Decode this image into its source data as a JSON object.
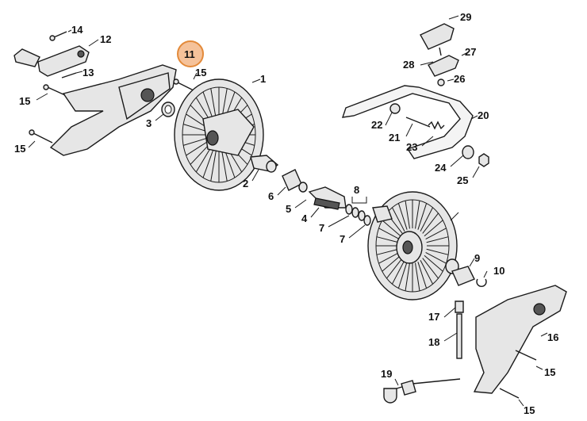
{
  "callouts": [
    {
      "id": "14",
      "text": "14"
    },
    {
      "id": "12",
      "text": "12"
    },
    {
      "id": "11",
      "text": "11",
      "highlight": true
    },
    {
      "id": "13",
      "text": "13"
    },
    {
      "id": "15a",
      "text": "15"
    },
    {
      "id": "15b",
      "text": "15"
    },
    {
      "id": "15c",
      "text": "15"
    },
    {
      "id": "3",
      "text": "3"
    },
    {
      "id": "1",
      "text": "1"
    },
    {
      "id": "2",
      "text": "2"
    },
    {
      "id": "6",
      "text": "6"
    },
    {
      "id": "5",
      "text": "5"
    },
    {
      "id": "4",
      "text": "4"
    },
    {
      "id": "7a",
      "text": "7"
    },
    {
      "id": "7b",
      "text": "7"
    },
    {
      "id": "8",
      "text": "8"
    },
    {
      "id": "29",
      "text": "29"
    },
    {
      "id": "28",
      "text": "28"
    },
    {
      "id": "27",
      "text": "27"
    },
    {
      "id": "26",
      "text": "26"
    },
    {
      "id": "20",
      "text": "20"
    },
    {
      "id": "22",
      "text": "22"
    },
    {
      "id": "21",
      "text": "21"
    },
    {
      "id": "23",
      "text": "23"
    },
    {
      "id": "24",
      "text": "24"
    },
    {
      "id": "25",
      "text": "25"
    },
    {
      "id": "9",
      "text": "9"
    },
    {
      "id": "10",
      "text": "10"
    },
    {
      "id": "17",
      "text": "17"
    },
    {
      "id": "18",
      "text": "18"
    },
    {
      "id": "16",
      "text": "16"
    },
    {
      "id": "15d",
      "text": "15"
    },
    {
      "id": "15e",
      "text": "15"
    },
    {
      "id": "19",
      "text": "19"
    }
  ],
  "colors": {
    "highlight_fill": "#f5c29a",
    "highlight_stroke": "#e38a3a",
    "line": "#1a1a1a"
  }
}
